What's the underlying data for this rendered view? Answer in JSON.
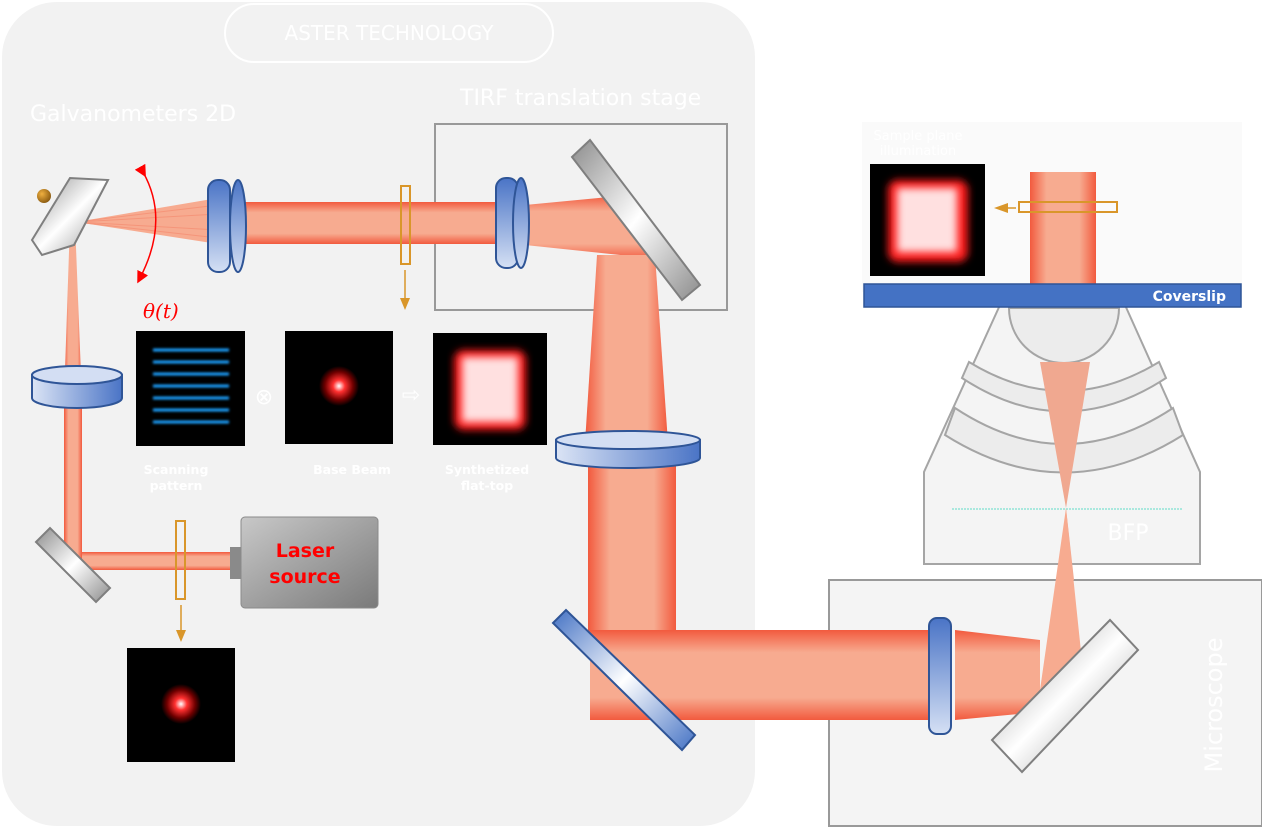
{
  "header": {
    "brand_badge": "ASTER TECHNOLOGY"
  },
  "labels": {
    "galvanometers": "Galvanometers 2D",
    "tirf_stage": "TIRF translation stage",
    "theta": "θ(t)",
    "laser_source_line1": "Laser",
    "laser_source_line2": "source",
    "microscope": "Microscope",
    "bfp": "BFP",
    "coverslip": "Coverslip",
    "sample_plane_line1": "Sample plane",
    "sample_plane_line2": "illumination"
  },
  "thumbnails": [
    {
      "name": "scanning-pattern",
      "caption_line1": "Scanning",
      "caption_line2": "pattern"
    },
    {
      "name": "base-beam",
      "caption_line1": "Base Beam",
      "caption_line2": ""
    },
    {
      "name": "synthetized-flat-top",
      "caption_line1": "Synthetized",
      "caption_line2": "flat-top"
    }
  ],
  "operators": {
    "convolve": "⊗",
    "yields": "⇨"
  },
  "colors": {
    "panel_bg": "#f2f2f2",
    "beam_core": "#f7ab90",
    "beam_edge": "#f25a3e",
    "lens_blue": "#4472c4",
    "mirror_gray": "#a0a0a0",
    "polarizer_orange": "#d9962a",
    "theta_red": "#ff0000",
    "coverslip_blue": "#4472c4",
    "bfp_line": "#7ee0d0"
  }
}
